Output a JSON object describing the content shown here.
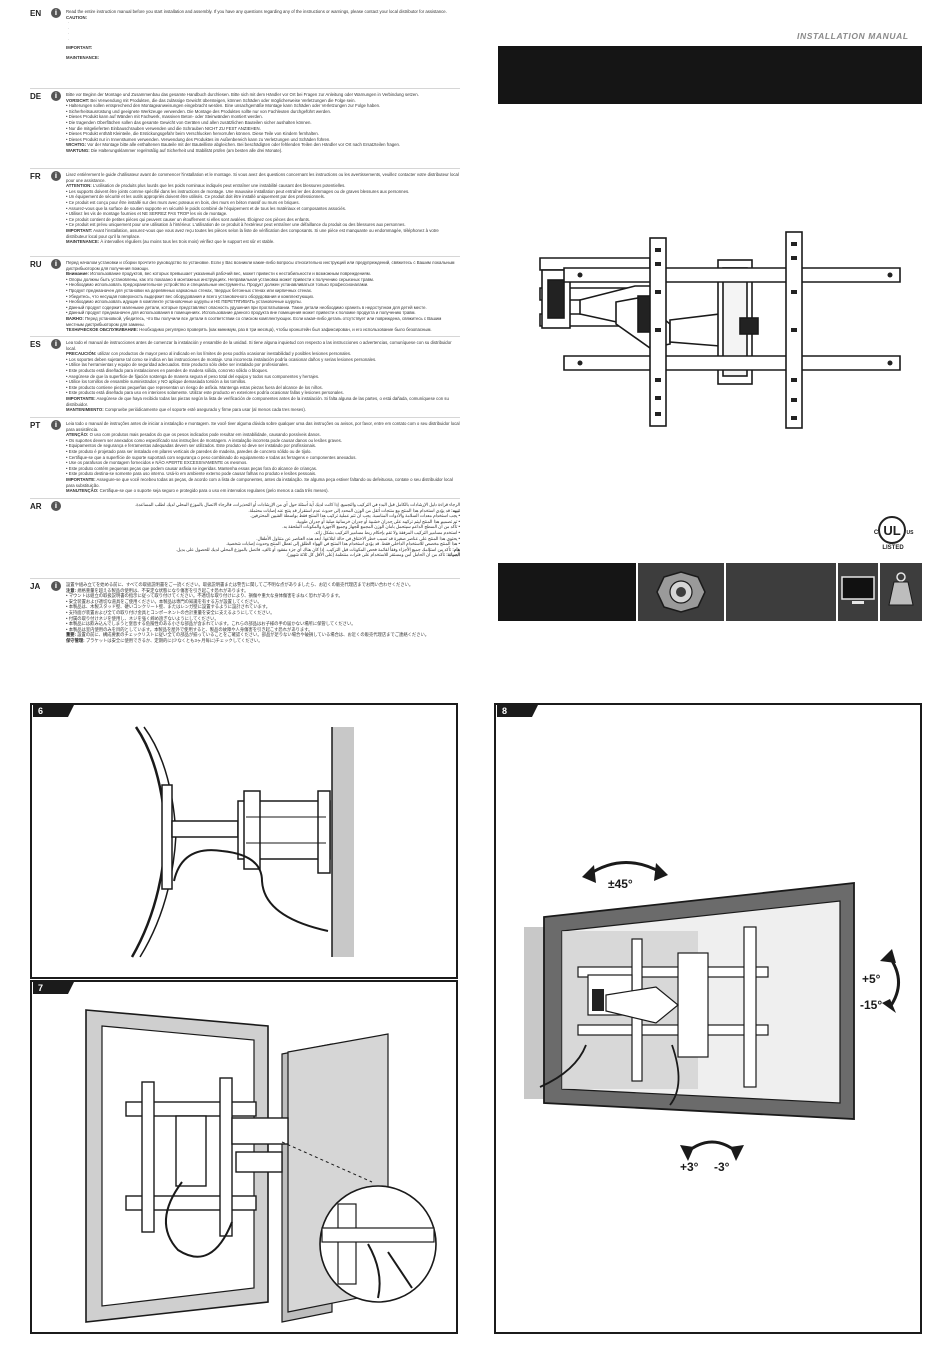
{
  "header": {
    "manual_title": "INSTALLATION MANUAL"
  },
  "languages": [
    {
      "code": "EN",
      "intro": "Read the entire instruction manual before you start installation and assembly. If you have any questions regarding any of the instructions or warnings, please contact your local distributor for assistance.",
      "caution_label": "CAUTION:",
      "important_label": "IMPORTANT:",
      "maintenance_label": "MAINTENANCE:"
    },
    {
      "code": "DE",
      "intro": "Bitte vor Beginn der Montage und Zusammenbau das gesamte Handbuch durchlesen. Bitte sich mit dem Händler vor Ort bei Fragen zur Anleitung oder Warnungen in Verbindung setzen.",
      "caution_label": "VORSICHT:",
      "caution_text": "Bei Verwendung mit Produkten, die das zulässige Gewicht übersteigen, können Schäden oder möglicherweise Verletzungen die Folge sein.",
      "bullets": [
        "• Halterungen sollen entsprechend den Montageanweisungen eingebracht werden. Eine unsachgemäße Montage kann Schäden oder Verletzungen zur Folge haben.",
        "• Sicherheitsausrüstung und geeignete Werkzeuge verwenden. Die Montage des Produktes sollte nur von Fachleuten durchgeführt werden.",
        "• Dieses Produkt kann auf Wänden mit Fachwerk, massiven Beton- oder Steinwänden montiert werden.",
        "• Die tragenden Oberflächen sollen das gesamte Gewicht von Geräten und allen zusätzlichen Bauteilen sicher aushalten können.",
        "• Nur die mitgelieferten Einbauschrauben verwenden und die Schrauben NICHT ZU FEST ANZIEHEN.",
        "• Dieses Produkt enthält Kleinteile, die Erstickungsgefahr beim Verschlucken hervorrufen können. Diese Teile von Kindern fernhalten.",
        "• Dieses Produkt nur in Innenräumen verwenden. Verwendung des Produktes im Außenbereich kann zu Verletzungen und Schäden führen."
      ],
      "important_label": "WICHTIG:",
      "important_text": "Vor der Montage bitte alle enthaltenen Bauteile mit der Bauteilliste abgleichen. Bei beschädigten oder fehlenden Teilen den Händler vor Ort nach Ersatzteilen fragen.",
      "maintenance_label": "WARTUNG:",
      "maintenance_text": "Die Halterungsklammer regelmäßig auf Sicherheit und Stabilität prüfen (am besten alle drei Monate)."
    },
    {
      "code": "FR",
      "intro": "Lisez entièrement le guide d'utilisateur avant de commencer l'installation et le montage. Si vous avez des questions concernant les instructions ou les avertissements, veuillez contacter votre distributeur local pour une assistance.",
      "caution_label": "ATTENTION:",
      "caution_text": "L'utilisation de produits plus lourds que les poids nominaux indiqués peut entraîner une instabilité causant des blessures potentielles.",
      "bullets": [
        "• Les supports doivent être joints comme spécifié dans les instructions de montage. Une mauvaise installation peut entraîner des dommages ou de graves blessures aux personnes.",
        "• Un équipement de sécurité et les outils appropriés doivent être utilisés. Ce produit doit être installé uniquement par des professionnels.",
        "• Ce produit est conçu pour être installé sur des murs avec poteaux en bois, des murs en béton massif ou murs en briques.",
        "• Assurez-vous que la surface de soutien supporte en sécurité le poids combiné de l'équipement et de tous les matériaux et composantes associés.",
        "• Utilisez les vis de montage fournies et NE SERREZ PAS TROP les vis de montage.",
        "• Ce produit contient de petites pièces qui peuvent causer un étouffement si elles sont avalées. Éloignez ces pièces des enfants.",
        "• Ce produit est prévu uniquement pour une utilisation à l'intérieur. L'utilisation de ce produit à l'extérieur peut entraîner une défaillance du produit ou des blessures aux personnes."
      ],
      "important_label": "IMPORTANT:",
      "important_text": "Avant l'installation, assurez-vous que vous avez reçu toutes les pièces selon la liste de vérification des composants. Si une pièce est manquante ou endommagée, téléphonez à votre distributeur local pour qu'il la remplace.",
      "maintenance_label": "MAINTENANCE:",
      "maintenance_text": "À intervalles réguliers (au moins tous les trois mois) vérifiez que le support est sûr et stable."
    },
    {
      "code": "RU",
      "intro": "Перед началом установки и сборки прочтите руководство по установке. Если у Вас возникли какие-либо вопросы относительно инструкций или предупреждений, свяжитесь с Вашим локальным дистрибьютором для получения помощи.",
      "caution_label": "Внимание:",
      "caution_text": "Использование продуктов, вес которых превышает указанный рабочий вес, может привести к нестабильности и возможным повреждениям.",
      "bullets": [
        "• Опоры должны быть установлены, как это показано в монтажных инструкциях. Неправильная установка может привести к получению серьезных травм.",
        "• Необходимо использовать предохранительное устройство и специальные инструменты. Продукт должен устанавливаться только профессионалами.",
        "• Продукт предназначен для установки на деревянных каркасных стенах, твердых бетонных стенах или кирпичных стенах.",
        "• Убедитесь, что несущая поверхность выдержит вес оборудования и всего установочного оборудования и комплектующих.",
        "• Необходимо использовать идущие в комплекте установочные шурупы и НЕ ПЕРЕТЯГИВАТЬ установочные шурупы.",
        "• Данный продукт содержит маленькие детали, которые представляют опасность удушения при проглатывании. Такие детали необходимо хранить в недоступном для детей месте.",
        "• Данный продукт предназначен для использования в помещениях. Использование данного продукта вне помещения может привести к поломке продукта и получению травм."
      ],
      "important_label": "ВАЖНО:",
      "important_text": "Перед установкой, убедитесь, что Вы получили все детали в соответствии со списком комплектующих. Если какая-либо деталь отсутствует или повреждена, свяжитесь с Вашим местным дистрибьютором для замены.",
      "maintenance_label": "ТЕХНИЧЕСКОЕ ОБСЛУЖИВАНИЕ:",
      "maintenance_text": "Необходимо регулярно проверять (как минимум, раз в три месяца), чтобы кронштейн был зафиксирован, и его использование было безопасным."
    },
    {
      "code": "ES",
      "intro": "Lea todo el manual de instrucciones antes de comenzar la instalación y ensamble de la unidad. Si tiene alguna inquietud con respecto a las instrucciones o advertencias, comuníquese con su distribuidor local.",
      "caution_label": "PRECAUCIÓN:",
      "caution_text": "utilizar con productos de mayor peso al indicado en los límites de peso podría ocasionar inestabilidad y posibles lesiones personales.",
      "bullets": [
        "• Los soportes deben sujetarse tal como se indica en las instrucciones de montaje. Una incorrecta instalación podría ocasionar daños y serias lesiones personales.",
        "• Utilice las herramientas y equipo de seguridad adecuados. Este producto sólo debe ser instalado por profesionales.",
        "• Este producto está diseñado para instalaciones en paredes de madera sólida, concreto sólido o bloques.",
        "• Asegúrese de que la superficie de fijación sostenga de manera segura el peso total del equipo y todos sus componentes y herrajes.",
        "• Utilice los tornillos de ensamble suministrados y NO aplique demasiada torsión a los tornillos.",
        "• Este producto contiene piezas pequeñas que representan un riesgo de asfixia. Mantenga estas piezas fuera del alcance de los niños.",
        "• Este producto está diseñado para uso en interiores solamente. Utilizar este producto en exteriores podría ocasionar fallas y lesiones personales."
      ],
      "important_label": "IMPORTANTE:",
      "important_text": "Asegúrese de que haya recibido todas las piezas según la lista de verificación de componentes antes de la instalación. Si falta alguna de las partes, o está dañada, comuníquese con su distribuidor.",
      "maintenance_label": "MANTENIMIENTO:",
      "maintenance_text": "Compruebe periódicamente que el soporte esté asegurado y firme para usar (al menos cada tres meses)."
    },
    {
      "code": "PT",
      "intro": "Leia todo o manual de instruções antes de iniciar a instalação e montagem. Se você tiver alguma dúvida sobre qualquer uma das instruções ou avisos, por favor, entre em contato com o seu distribuidor local para assistência.",
      "caution_label": "ATENÇÃO:",
      "caution_text": "O uso com produtos mais pesados do que os pesos indicados pode resultar em instabilidade, causando possíveis danos.",
      "bullets": [
        "• Os suportes devem ser anexados como especificado nas instruções de montagem. A instalação incorreta pode causar danos ou lesões graves.",
        "• Equipamentos de segurança e ferramentas adequadas devem ser utilizados. Este produto só deve ser instalado por profissionais.",
        "• Este produto é projetado para ser instalado em pilares verticais de paredes de madeira, paredes de concreto sólido ou de tijolo.",
        "• Certifique-se que a superfície de suporte suportará com segurança o peso combinado do equipamento e todas as ferragens e componentes anexados.",
        "• Use os parafusos de montagem fornecidos e NÃO APERTE EXCESSIVAMENTE os mesmos.",
        "• Este produto contém pequenas peças que podem causar asfixia se ingeridas. Mantenha essas peças fora do alcance de crianças.",
        "• Este produto destina-se somente para uso interno. Usá-lo em ambiente externo pode causar falhas no produto e lesões pessoais."
      ],
      "important_label": "IMPORTANTE:",
      "important_text": "Assegure-se que você recebeu todas as peças, de acordo com a lista de componentes, antes da instalação. Se alguma peça estiver faltando ou defeituosa, contate o seu distribuidor local para substituição.",
      "maintenance_label": "MANUTENÇÃO:",
      "maintenance_text": "Certifique-se que o suporte seja seguro e protegido para o uso em intervalos regulares (pelo menos a cada três meses)."
    },
    {
      "code": "AR",
      "intro": "الرجاء قراءة دليل الإرشادات بالكامل قبل البدء في التركيب والتجميع. إذا كانت لديك أية أسئلة حول أي من الإرشادات أو التحذيرات، فالرجاء الاتصال بالموزع المحلي لديك لطلب المساعدة.",
      "caution_label": "تنبيه:",
      "caution_text": "قد يؤدي استخدام هذا المنتج مع منتجات أثقل من الوزن المحدد إلى حدوث عدم استقرار قد ينتج عنه إصابات محتملة.",
      "bullets": [
        "• يجب استخدام معدات السلامة والأدوات المناسبة. يجب أن تتم عملية تركيب هذا المنتج فقط بواسطة الفنيين المحترفين.",
        "• تم تصميم هذا المنتج ليتم تركيبه على جدران خشبية أو جدران خرسانية صلبة أو جدران طوبية.",
        "• تأكد من أن السطح الداعم سيتحمل بأمان الوزن المجمع للجهاز وجميع الأجهزة والمكونات الملحقة به.",
        "• استخدم مسامير التركيب المرفقة ولا تقم بإحكام ربط مسامير التركيب بشكل زائد.",
        "• يحتوي هذا المنتج على عناصر صغيرة قد تسبب خطر الاختناق في حالة ابتلاعها. أبعد هذه العناصر عن متناول الأطفال.",
        "• هذا المنتج مخصص للاستخدام الداخلي فقط. قد يؤدي استخدام هذا المنتج في الهواء الطلق إلى تعطل المنتج وحدوث إصابات شخصية."
      ],
      "important_label": "هام:",
      "important_text": "تأكد من استلامك جميع الأجزاء وفقاً لقائمة فحص المكونات قبل التركيب. إذا كان هناك أي جزء مفقود أو تالف، فاتصل بالموزع المحلي لديك للحصول على بديل.",
      "maintenance_label": "الصيانة:",
      "maintenance_text": "تأكد من أن الحامل آمن ومستقر للاستخدام على فترات منتظمة (على الأقل كل ثلاثة شهور)."
    },
    {
      "code": "JA",
      "intro": "設置や組み立てを始める前に、すべての取扱説明書をご一読ください。取扱説明書または警告に関してご不明な点がありましたら、お近くの販売代理店までお問い合わせください。",
      "caution_label": "注意:",
      "caution_text": "規格重量を超える製品の使用は、不安定な状態になり傷害を引き起こす恐れがあります。",
      "bullets": [
        "• マウントは組立の取扱説明書の指示に従って取り付けてください。不適切な取り付けにより、損傷や重大な身体傷害をまねく恐れがあります。",
        "• 安全装置および適切な道具をご使用ください。本製品は専門の知識を有する方が設置してください。",
        "• 本製品は、木製スタッド壁、硬いコンクリート壁、またはレンガ壁に設置するように設計されています。",
        "• 支持面が装置および全ての取り付け金具とコンポーネントの合計重量を安全に支えるようにしてください。",
        "• 付属の取り付けネジを使用し、ネジを強く締め過ぎないようにしてください。",
        "• 本製品には飲み込んでしまうと窒息する危険性のある小さな部品が含まれています。これらの部品はお子様の手の届かない場所に保管してください。",
        "• 本製品は室内使用のみを目的としています。本製品を屋外で使用すると、製品の故障や人身傷害を引き起こす恐れがあります。"
      ],
      "important_label": "重要:",
      "important_text": "設置の前に、構成要素のチェックリストに従い全ての部品が揃っていることをご確認ください。部品が足りない場合や破損している場合は、お近くの販売代理店までご連絡ください。",
      "maintenance_label": "保守管理:",
      "maintenance_text": "ブラケットは安全に使用できるか、定期的に(少なくとも3ヶ月毎に)チェックしてください。"
    }
  ],
  "certification": {
    "listed": "LISTED"
  },
  "steps": [
    {
      "number": "6"
    },
    {
      "number": "7"
    },
    {
      "number": "8",
      "swivel": "±45°",
      "tilt_up": "+5°",
      "tilt_down": "-15°",
      "level_left": "+3°",
      "level_right": "-3°"
    }
  ],
  "colors": {
    "dark": "#151515",
    "panel_border": "#1b1b1b",
    "icon_bg": "#3d3d3d",
    "wall_grey": "#c8c8c8",
    "tv_frame": "#6b6b6b",
    "manual_title": "#8a8a8a"
  }
}
